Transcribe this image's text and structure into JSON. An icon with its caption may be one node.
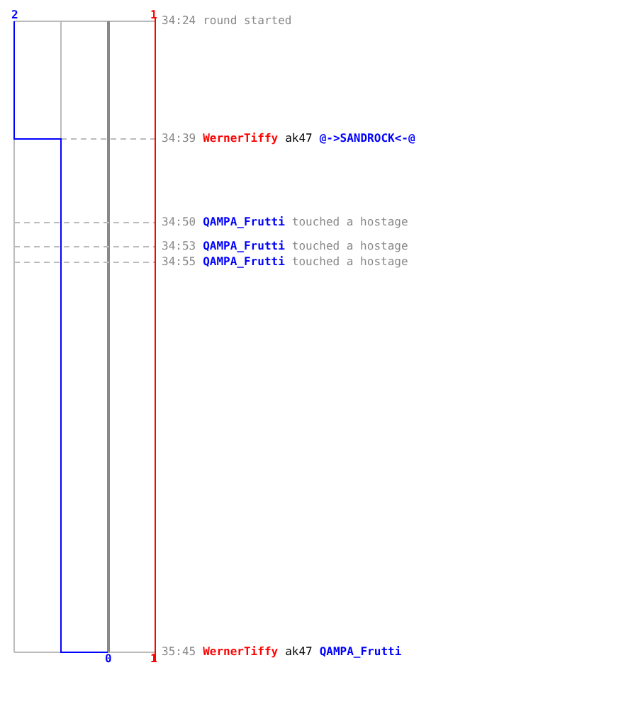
{
  "diagram": {
    "labels": [
      "2",
      "1",
      "34:24",
      "round started",
      "34:39",
      "WernerTiffy",
      "ak47",
      "@->SANDROCK<-@",
      "34:50",
      "QAMPA_Frutti",
      "touched a hostage",
      "34:53",
      "QAMPA_Frutti",
      "touched a hostage",
      "34:55",
      "QAMPA_Frutti",
      "touched a hostage",
      "0",
      "1",
      "35:45",
      "WernerTiffy",
      "ak47",
      "QAMPA_Frutti"
    ]
  }
}
